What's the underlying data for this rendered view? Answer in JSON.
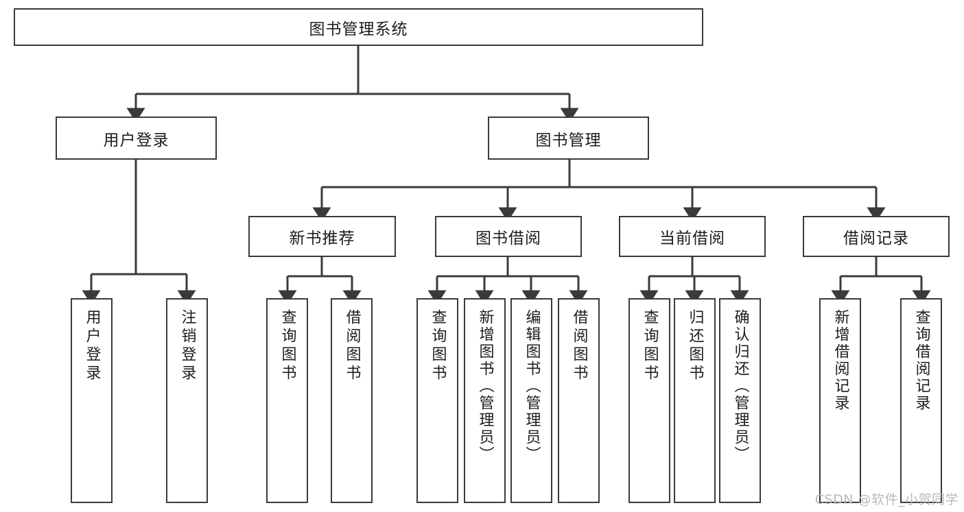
{
  "diagram": {
    "title": "图书管理系统",
    "root": {
      "id": "root",
      "label": "图书管理系统"
    },
    "level2": [
      {
        "id": "user-login",
        "label": "用户登录"
      },
      {
        "id": "book-manage",
        "label": "图书管理"
      }
    ],
    "level3": [
      {
        "id": "new-book-recommend",
        "label": "新书推荐"
      },
      {
        "id": "book-borrow",
        "label": "图书借阅"
      },
      {
        "id": "current-borrow",
        "label": "当前借阅"
      },
      {
        "id": "borrow-record",
        "label": "借阅记录"
      }
    ],
    "leaves": {
      "user_login": [
        {
          "id": "leaf-user-login",
          "label": "用户登录"
        },
        {
          "id": "leaf-logout-login",
          "label": "注销登录"
        }
      ],
      "new_book_recommend": [
        {
          "id": "leaf-query-book-1",
          "label": "查询图书"
        },
        {
          "id": "leaf-borrow-book-1",
          "label": "借阅图书"
        }
      ],
      "book_borrow": [
        {
          "id": "leaf-query-book-2",
          "label": "查询图书"
        },
        {
          "id": "leaf-add-book",
          "label": "新增图书（管理员）"
        },
        {
          "id": "leaf-edit-book",
          "label": "编辑图书（管理员）"
        },
        {
          "id": "leaf-borrow-book-2",
          "label": "借阅图书"
        }
      ],
      "current_borrow": [
        {
          "id": "leaf-query-book-3",
          "label": "查询图书"
        },
        {
          "id": "leaf-return-book",
          "label": "归还图书"
        },
        {
          "id": "leaf-confirm-return",
          "label": "确认归还（管理员）"
        }
      ],
      "borrow_record": [
        {
          "id": "leaf-add-record",
          "label": "新增借阅记录"
        },
        {
          "id": "leaf-query-record",
          "label": "查询借阅记录"
        }
      ]
    }
  },
  "watermark": {
    "text": "CSDN @软件_小贺同学"
  },
  "colors": {
    "stroke": "#3a3a3a",
    "text": "#1d1d1d",
    "background": "#ffffff",
    "watermark": "#b9b9b9"
  }
}
